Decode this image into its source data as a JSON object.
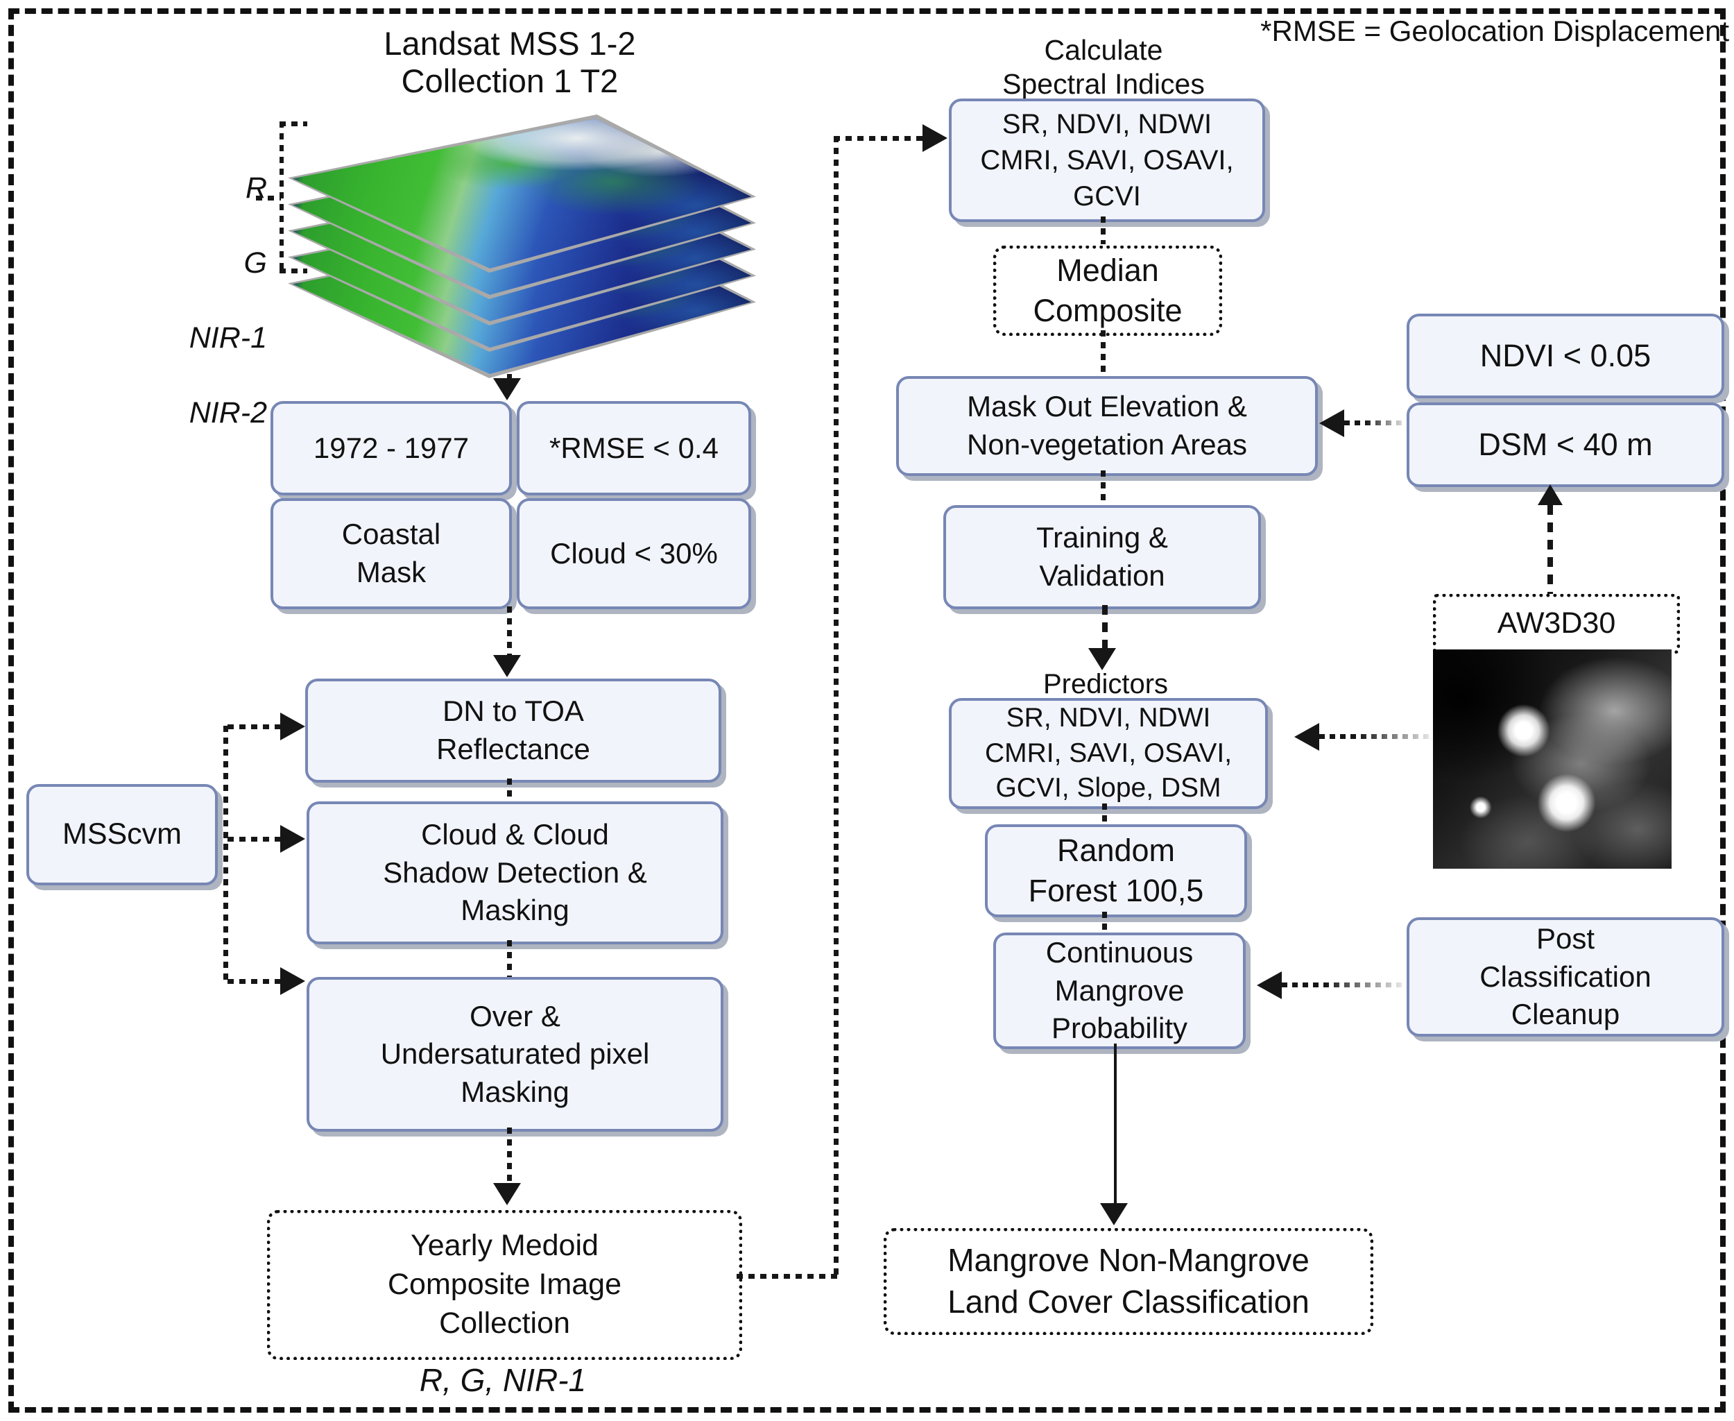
{
  "annotation": {
    "rmse_note": "*RMSE = Geolocation Displacement"
  },
  "source": {
    "title": "Landsat MSS 1-2\nCollection 1 T2",
    "bands": [
      "R",
      "G",
      "NIR-1",
      "NIR-2"
    ],
    "output_bands": "R, G, NIR-1"
  },
  "preprocess": {
    "year_range": "1972 - 1977",
    "rmse_filter": "*RMSE < 0.4",
    "coastal_mask": "Coastal\nMask",
    "cloud_filter": "Cloud < 30%",
    "dn_to_toa": "DN to TOA\nReflectance",
    "msscvm": "MSScvm",
    "cloud_shadow": "Cloud & Cloud\nShadow Detection &\nMasking",
    "saturation": "Over &\nUndersaturated pixel\nMasking",
    "yearly_medoid": "Yearly Medoid\nComposite Image\nCollection"
  },
  "classification": {
    "calc_indices_label": "Calculate\nSpectral Indices",
    "spectral_indices": "SR, NDVI, NDWI\nCMRI, SAVI, OSAVI,\nGCVI",
    "median_composite": "Median\nComposite",
    "mask_out": "Mask Out Elevation &\nNon-vegetation Areas",
    "ndvi_threshold": "NDVI < 0.05",
    "dsm_threshold": "DSM < 40 m",
    "training": "Training &\nValidation",
    "predictors_label": "Predictors",
    "predictors": "SR, NDVI, NDWI\nCMRI, SAVI, OSAVI,\nGCVI, Slope, DSM",
    "random_forest": "Random\nForest 100,5",
    "probability": "Continuous\nMangrove\nProbability",
    "post_cleanup": "Post\nClassification\nCleanup",
    "dem_label": "AW3D30",
    "final_output": "Mangrove Non-Mangrove\nLand Cover Classification"
  },
  "colors": {
    "box_fill": "#f1f4fa",
    "box_border": "#7787b5",
    "box_shadow": "#aeb4c0",
    "connector": "#161616",
    "land_green": "#38b42f",
    "water_blue": "#1c2f8e"
  }
}
